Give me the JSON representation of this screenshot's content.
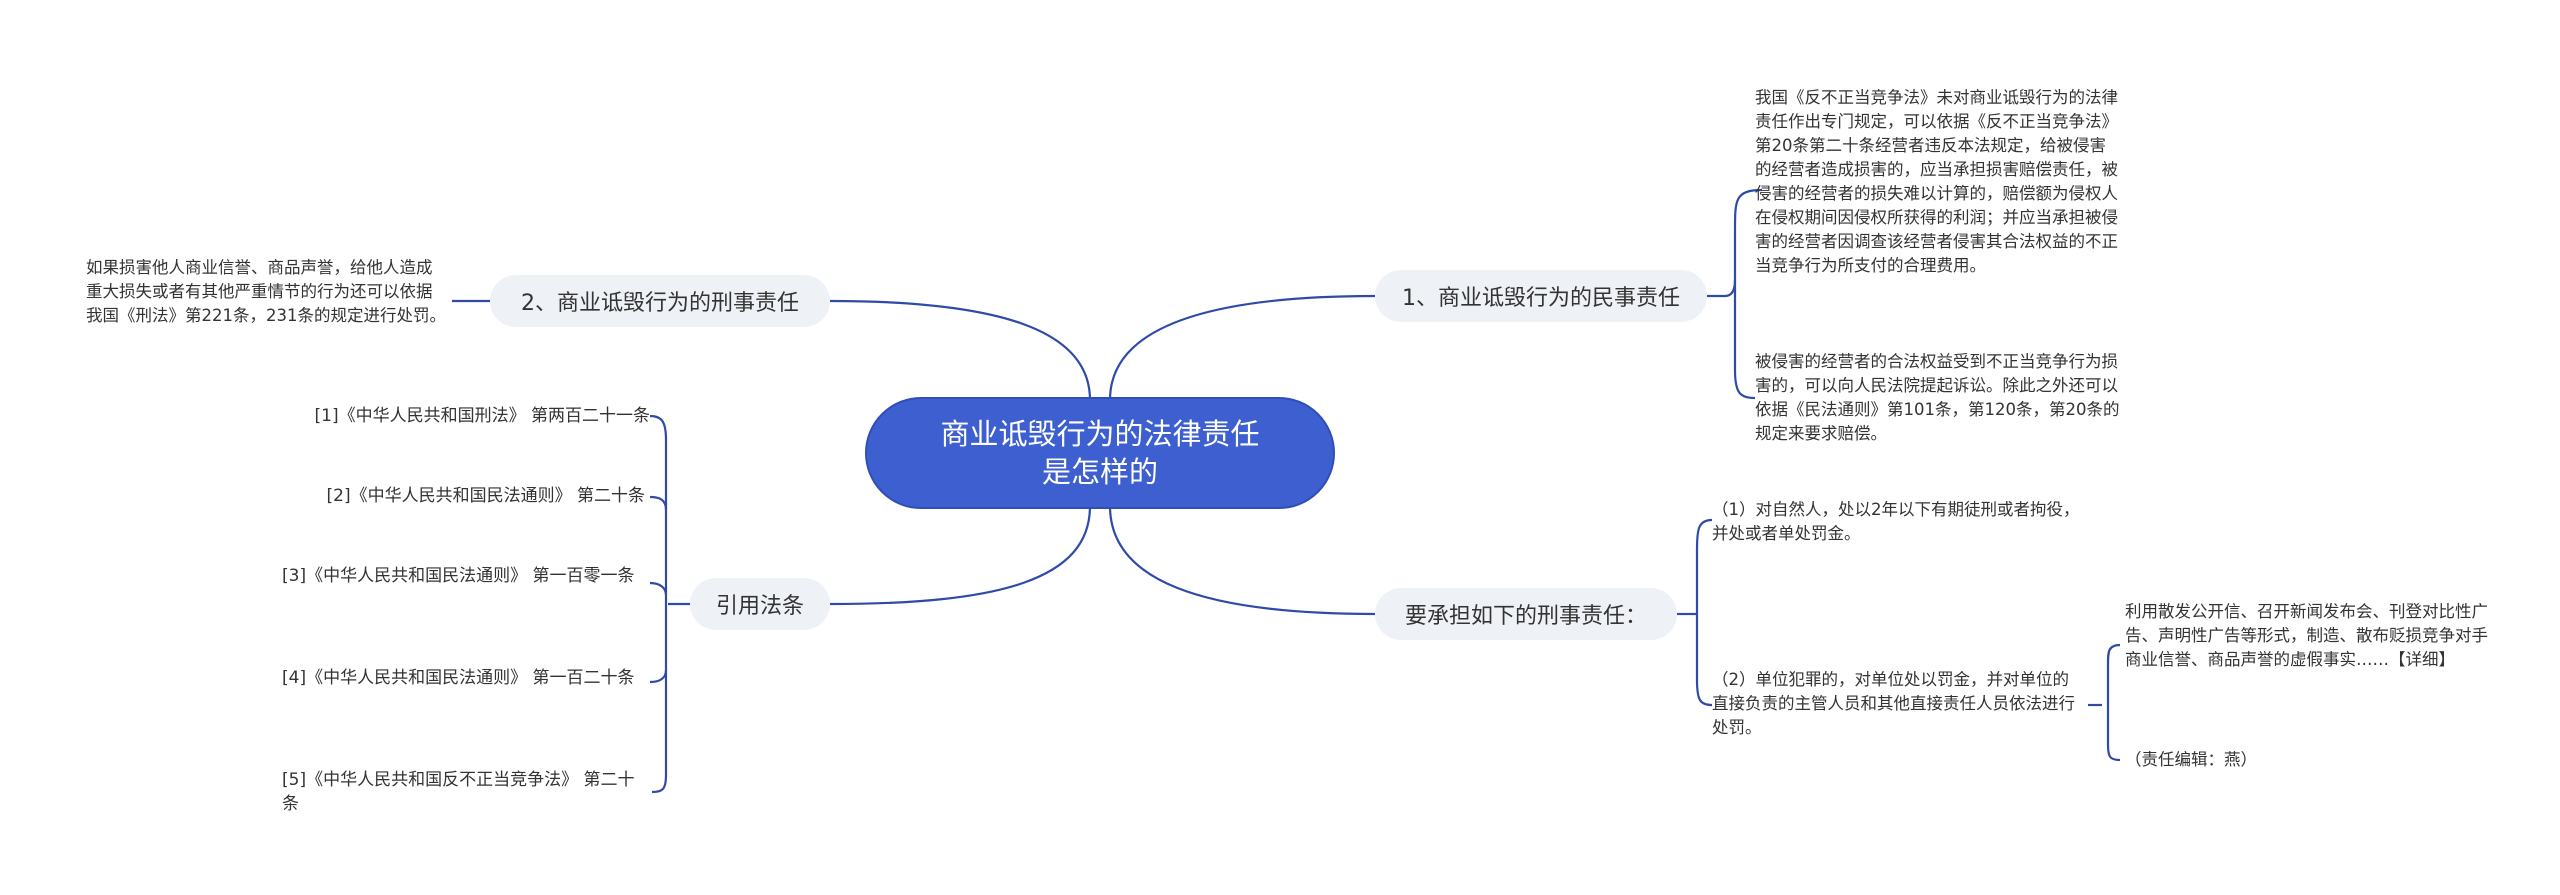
{
  "root": {
    "line1": "商业诋毁行为的法律责任",
    "line2": "是怎样的"
  },
  "branches": {
    "civil": "1、商业诋毁行为的民事责任",
    "criminal": "2、商业诋毁行为的刑事责任",
    "bear": "要承担如下的刑事责任：",
    "cite": "引用法条"
  },
  "civil_leaves": [
    "我国《反不正当竞争法》未对商业诋毁行为的法律责任作出专门规定，可以依据《反不正当竞争法》第20条第二十条经营者违反本法规定，给被侵害的经营者造成损害的，应当承担损害赔偿责任，被侵害的经营者的损失难以计算的，赔偿额为侵权人在侵权期间因侵权所获得的利润；并应当承担被侵害的经营者因调查该经营者侵害其合法权益的不正当竞争行为所支付的合理费用。",
    "被侵害的经营者的合法权益受到不正当竞争行为损害的，可以向人民法院提起诉讼。除此之外还可以依据《民法通则》第101条，第120条，第20条的规定来要求赔偿。"
  ],
  "criminal_leaf": "如果损害他人商业信誉、商品声誉，给他人造成重大损失或者有其他严重情节的行为还可以依据我国《刑法》第221条，231条的规定进行处罚。",
  "bear_leaves": [
    "（1）对自然人，处以2年以下有期徒刑或者拘役，并处或者单处罚金。",
    "（2）单位犯罪的，对单位处以罚金，并对单位的直接负责的主管人员和其他直接责任人员依法进行处罚。"
  ],
  "sub_leaves": [
    "利用散发公开信、召开新闻发布会、刊登对比性广告、声明性广告等形式，制造、散布贬损竞争对手商业信誉、商品声誉的虚假事实……【详细】",
    "（责任编辑：燕）"
  ],
  "refs": [
    "[1]《中华人民共和国刑法》 第两百二十一条",
    "[2]《中华人民共和国民法通则》 第二十条",
    "[3]《中华人民共和国民法通则》 第一百零一条",
    "[4]《中华人民共和国民法通则》 第一百二十条",
    "[5]《中华人民共和国反不正当竞争法》 第二十条"
  ],
  "colors": {
    "accent": "#3d5fd0",
    "line": "#2f4aa8",
    "branch_bg": "#eef1f6"
  }
}
